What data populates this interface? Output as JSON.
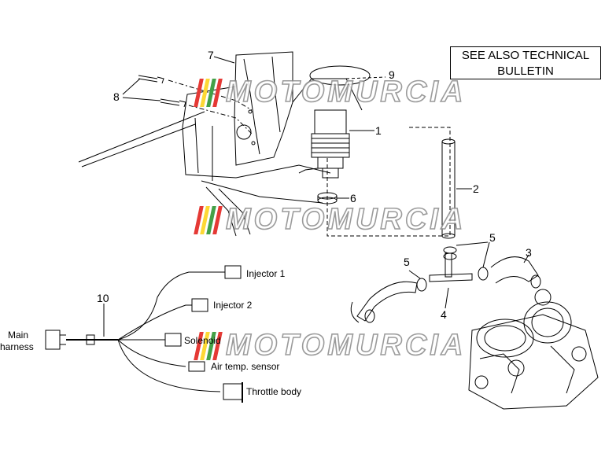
{
  "diagram": {
    "note": {
      "line1": "SEE ALSO TECHNICAL",
      "line2": "BULLETIN"
    },
    "part_numbers": {
      "p1": "1",
      "p2": "2",
      "p3": "3",
      "p4": "4",
      "p5a": "5",
      "p5b": "5",
      "p6": "6",
      "p7": "7",
      "p8": "8",
      "p9": "9",
      "p10": "10"
    },
    "wiring": {
      "main_harness_line1": "Main",
      "main_harness_line2": "harness",
      "injector1": "Injector 1",
      "injector2": "Injector 2",
      "solenoid": "Solenoid",
      "air_temp": "Air temp. sensor",
      "throttle_body": "Throttle body"
    },
    "watermark": {
      "text": "MOTOMURCIA",
      "bar_colors": [
        "#e53935",
        "#fdd835",
        "#43a047",
        "#e53935"
      ]
    }
  }
}
